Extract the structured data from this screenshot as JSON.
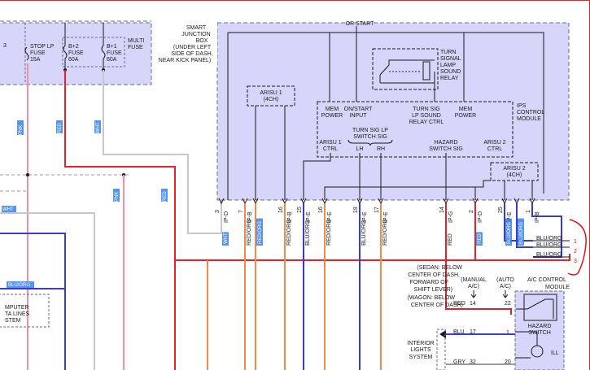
{
  "colors": {
    "box_fill": "#d6d6fa",
    "box_edge": "#6a6a8a",
    "wire_red": "#e8202a",
    "wire_pink": "#f090a8",
    "wire_blu": "#3a3ad0",
    "wire_orange": "#f08a4a",
    "wire_white": "#c8c8c8",
    "tag_fill": "#2a7ae8",
    "annotation": "#e41010"
  },
  "fuse_box": {
    "top_labels": [
      "",
      "",
      ""
    ],
    "stop_fuse": [
      "STOP LP",
      "FUSE",
      "15A"
    ],
    "b2_fuse": [
      "B+2",
      "FUSE",
      "60A"
    ],
    "b1_fuse": [
      "B+1",
      "FUSE",
      "60A"
    ],
    "multi_fuse": [
      "MULTI",
      "FUSE"
    ],
    "partial_num": "3"
  },
  "sjb": {
    "title": [
      "SMART",
      "JUNCTION",
      "BOX",
      "(UNDER LEFT",
      "SIDE OF DASH,",
      "NEAR KICK PANEL)"
    ],
    "or_start": "OR START",
    "relay": [
      "TURN",
      "SIGNAL",
      "LAMP",
      "SOUND",
      "RELAY"
    ],
    "arisu1": [
      "ARISU 1",
      "(4CH)"
    ],
    "arisu2": [
      "ARISU 2",
      "(4CH)"
    ],
    "ips": [
      "IPS",
      "CONTROL",
      "MODULE"
    ],
    "mem_power_1": [
      "MEM",
      "POWER"
    ],
    "on_start": [
      "ON/START",
      "INPUT"
    ],
    "turn_sig_sound": [
      "TURN SIG",
      "LP SOUND",
      "RELAY CTRL"
    ],
    "mem_power_2": [
      "MEM",
      "POWER"
    ],
    "turn_sig_switch": [
      "TURN SIG LP",
      "SWITCH SIG"
    ],
    "lh": "LH",
    "rh": "RH",
    "hazard_sig": [
      "HAZARD",
      "SWITCH SIG"
    ],
    "arisu1_ctrl": [
      "ARISU 1",
      "CTRL"
    ],
    "arisu2_ctrl": [
      "ARISU 2",
      "CTRL"
    ]
  },
  "pins": [
    {
      "pin": "3",
      "conn": "IP-D",
      "wire": "WHT",
      "tagged": true
    },
    {
      "pin": "7",
      "conn": "IP-B",
      "wire": "RED/ORG",
      "tagged": false
    },
    {
      "pin": "",
      "conn": "",
      "wire": "RED/ORG",
      "tagged": true
    },
    {
      "pin": "16",
      "conn": "IP-B",
      "wire": "RED/ORG",
      "tagged": false
    },
    {
      "pin": "15",
      "conn": "IP-E",
      "wire": "BLU/ORG",
      "tagged": false
    },
    {
      "pin": "16",
      "conn": "IP-E",
      "wire": "RED/ORG",
      "tagged": false
    },
    {
      "pin": "19",
      "conn": "IP-E",
      "wire": "BLU/ORG",
      "tagged": false
    },
    {
      "pin": "17",
      "conn": "IP-E",
      "wire": "RED/ORG",
      "tagged": false
    },
    {
      "pin": "14",
      "conn": "IP-G",
      "wire": "RED",
      "tagged": false
    },
    {
      "pin": "2",
      "conn": "IP-D",
      "wire": "RED",
      "tagged": true
    },
    {
      "pin": "25",
      "conn": "IP-E",
      "wire": "BLU/ORG",
      "tagged": true
    },
    {
      "pin": "",
      "conn": "",
      "wire": "BLU/ORG",
      "tagged": true
    },
    {
      "pin": "1",
      "conn": "IP-B",
      "wire": "",
      "tagged": false
    }
  ],
  "left_wires": {
    "pnk1": "PNK",
    "red1": "RED",
    "wht1": "WHT",
    "wht2": "WHT",
    "pnk2": "PNK",
    "red2": "RED",
    "blu_org": "BLU/ORG",
    "computer": [
      "MPUTER",
      "TA LINES",
      "STEM"
    ]
  },
  "right_bus": {
    "labels": [
      "BLU/ORG",
      "BLU/ORG",
      "BLU/ORG"
    ],
    "numbers": [
      "1",
      "2",
      "3"
    ]
  },
  "location_note": [
    "(SEDAN: BELOW",
    "CENTER OF DASH,",
    "FORWARD OF",
    "SHIFT LEVER)",
    "(WAGON: BELOW",
    "CENTER OF DASH)"
  ],
  "ac_module": {
    "manual": [
      "(MANUAL",
      "A/C)"
    ],
    "auto": [
      "(AUTO",
      "A/C)"
    ],
    "title": [
      "A/C CONTROL",
      "MODULE"
    ],
    "red_label": "RED",
    "pin_14": "14",
    "pin_22": "22",
    "hazard": [
      "HAZARD",
      "SWITCH"
    ],
    "ill": "ILL",
    "pin_1": "1",
    "pin_20": "20"
  },
  "interior": {
    "blu": "BLU",
    "pin_17": "17",
    "label": [
      "INTERIOR",
      "LIGHTS",
      "SYSTEM"
    ],
    "gry": "GRY",
    "pin_32": "32"
  }
}
